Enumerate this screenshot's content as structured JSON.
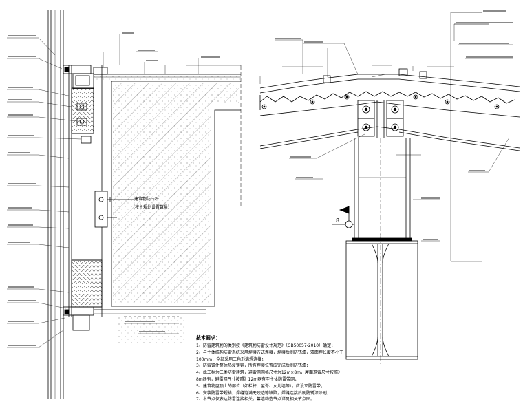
{
  "section_detail": {
    "fire_label_line1": "建筑物防压杆",
    "fire_label_line2": "（按主规划设置数量）"
  },
  "beam_detail": {
    "marker_label": "8"
  },
  "notes": {
    "heading": "技术要求：",
    "lines": [
      "1、防雷建筑物的类别按《建筑物防雷设计规范》（GB50057-2010）确定；",
      "2、与主体结构防雷系统采用焊接方式连接，焊接后刷防锈漆，双面焊长度不小于",
      "100mm，全部采用三角形满焊连接；",
      "3、防雷锚件整体热浸镀锌，所有焊接位置应完成后刷防锈漆；",
      "4、此工程为二类防雷建筑，避雷网网格尺寸为12m×8m，屋面避雷尺寸按照》",
      "8m器有，避雷网尺寸按照》12m器有至主体防雷带网；",
      "5、建筑物屋顶上的部位（如栏杆、屋脊、女儿墙等），应设立防雷带；",
      "6、安装防雷带规格，焊缝饱满无咬边等缺陷，焊缝连接后刷防锈漆涂刷；",
      "7、本节点仅表达防雷连接相关，幕墙构造节点详见相关节点图。"
    ]
  }
}
